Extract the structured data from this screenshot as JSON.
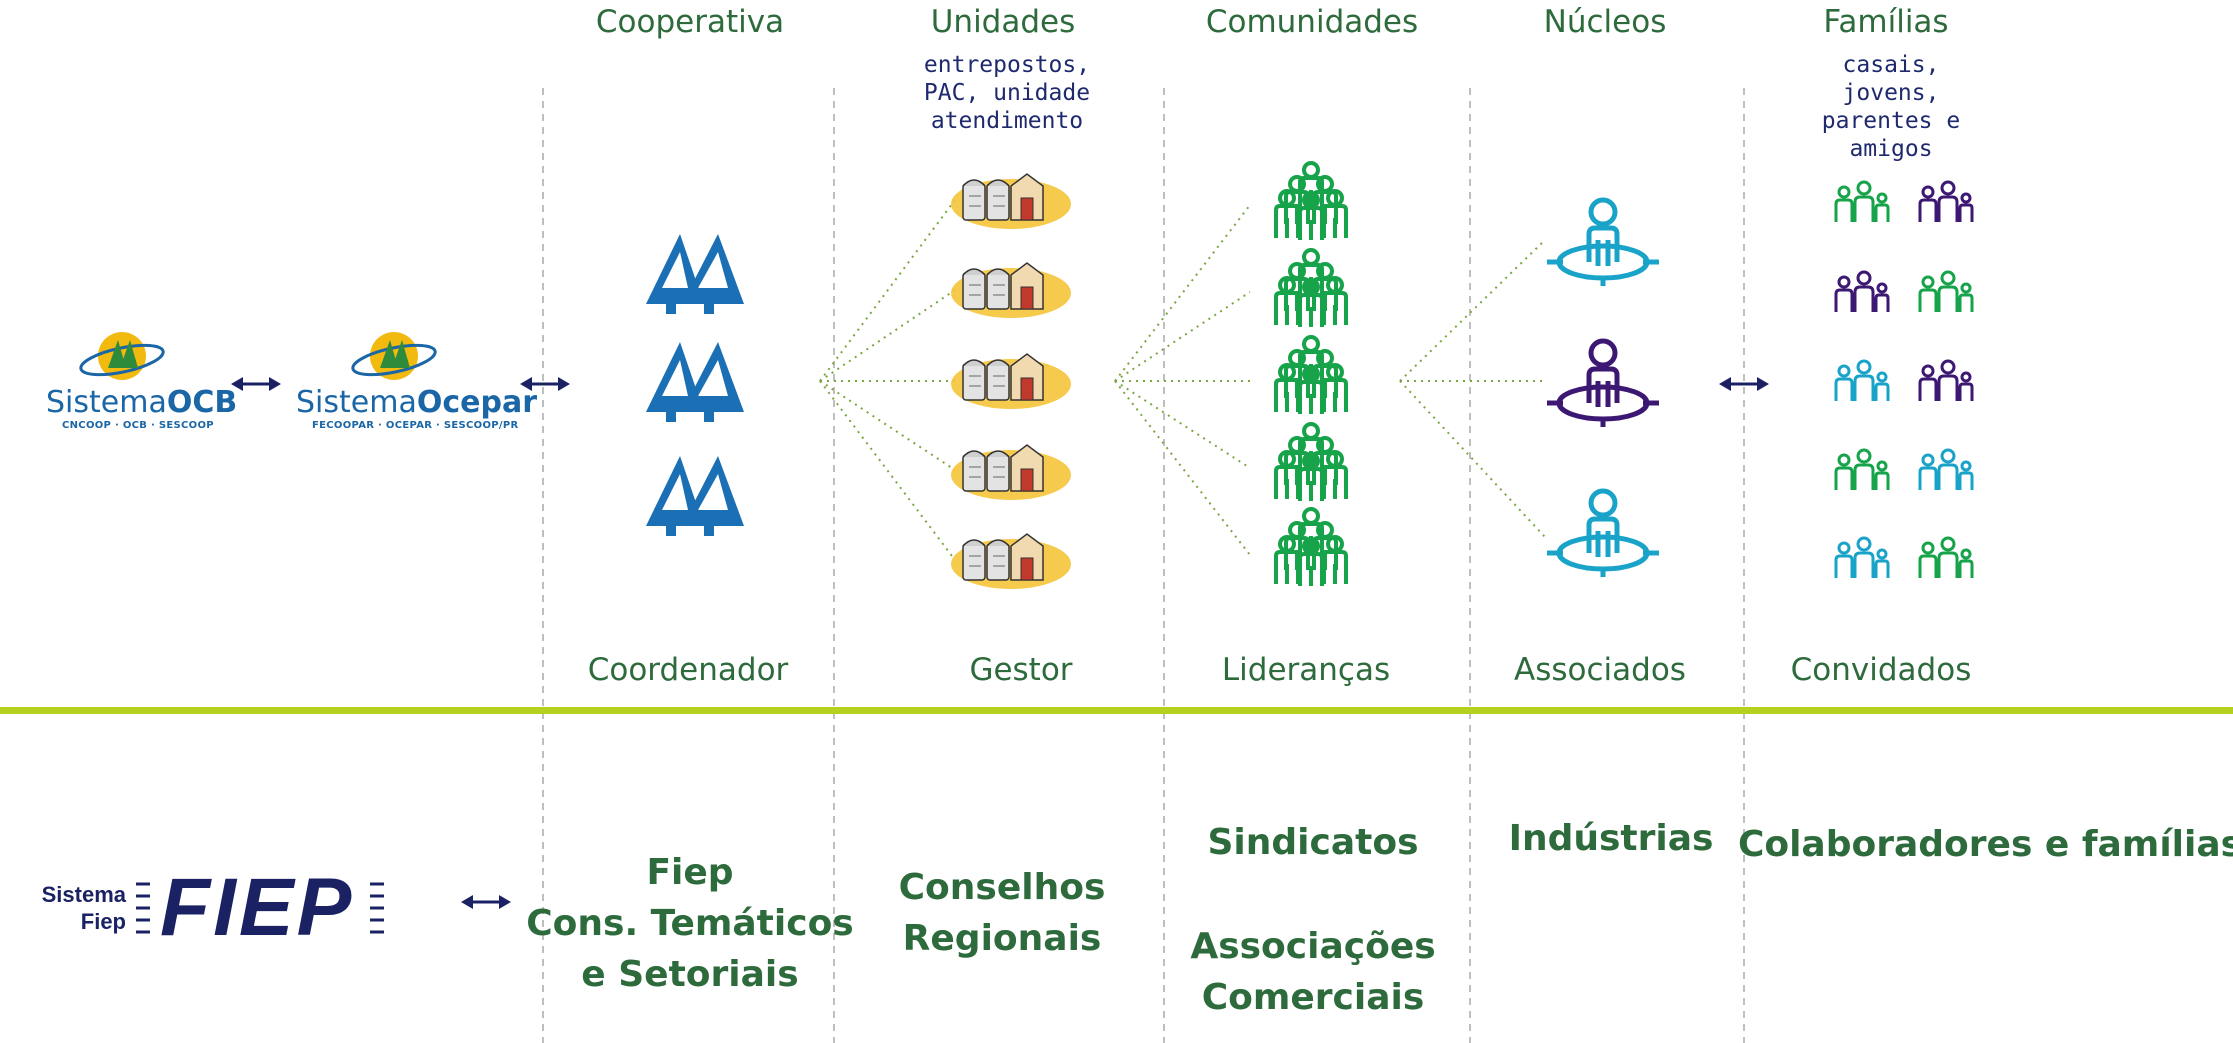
{
  "columns": [
    {
      "id": "cooperativa",
      "header": "Cooperativa",
      "role": "Coordenador"
    },
    {
      "id": "unidades",
      "header": "Unidades",
      "sub": "entrepostos, PAC, unidade atendimento",
      "role": "Gestor"
    },
    {
      "id": "comunidades",
      "header": "Comunidades",
      "role": "Lideranças"
    },
    {
      "id": "nucleos",
      "header": "Núcleos",
      "role": "Associados"
    },
    {
      "id": "familias",
      "header": "Famílias",
      "sub": "casais, jovens, parentes e amigos",
      "role": "Convidados"
    }
  ],
  "logos": {
    "ocb": {
      "prefix": "Sistema",
      "name": "OCB",
      "tagline": "CNCOOP · OCB · SESCOOP"
    },
    "ocepar": {
      "prefix": "Sistema",
      "name": "Ocepar",
      "tagline": "FECOOPAR · OCEPAR · SESCOOP/PR"
    },
    "fiep": {
      "small_line1": "Sistema",
      "small_line2": "Fiep",
      "big": "FIEP"
    }
  },
  "bottom_row": {
    "fiep": [
      "Fiep",
      "Cons. Temáticos",
      "e Setoriais"
    ],
    "conselhos": [
      "Conselhos",
      "Regionais"
    ],
    "sindicatos": [
      "Sindicatos"
    ],
    "associacoes": [
      "Associações",
      "Comerciais"
    ],
    "industrias": [
      "Indústrias"
    ],
    "colaboradores": [
      "Colaboradores e famílias"
    ]
  },
  "colors": {
    "header_text": "#2e6b3c",
    "sub_text": "#1f2a6e",
    "divider_line": "#b5d11d",
    "dashed_line": "#bfbfbf",
    "connector_dots": "#7aa640",
    "coop_blue": "#1a6fb5",
    "people_green": "#16a34a",
    "people_cyan": "#1aa3c9",
    "people_purple": "#3d1873",
    "arrow_navy": "#1b2264"
  },
  "icons": {
    "cooperativa": "pine-trees-logo-icon",
    "unidades": "warehouse-silo-icon",
    "comunidades": "people-group-icon",
    "nucleos": "person-target-icon",
    "familias": "family-group-icon",
    "connectors": "double-arrow-icon"
  }
}
